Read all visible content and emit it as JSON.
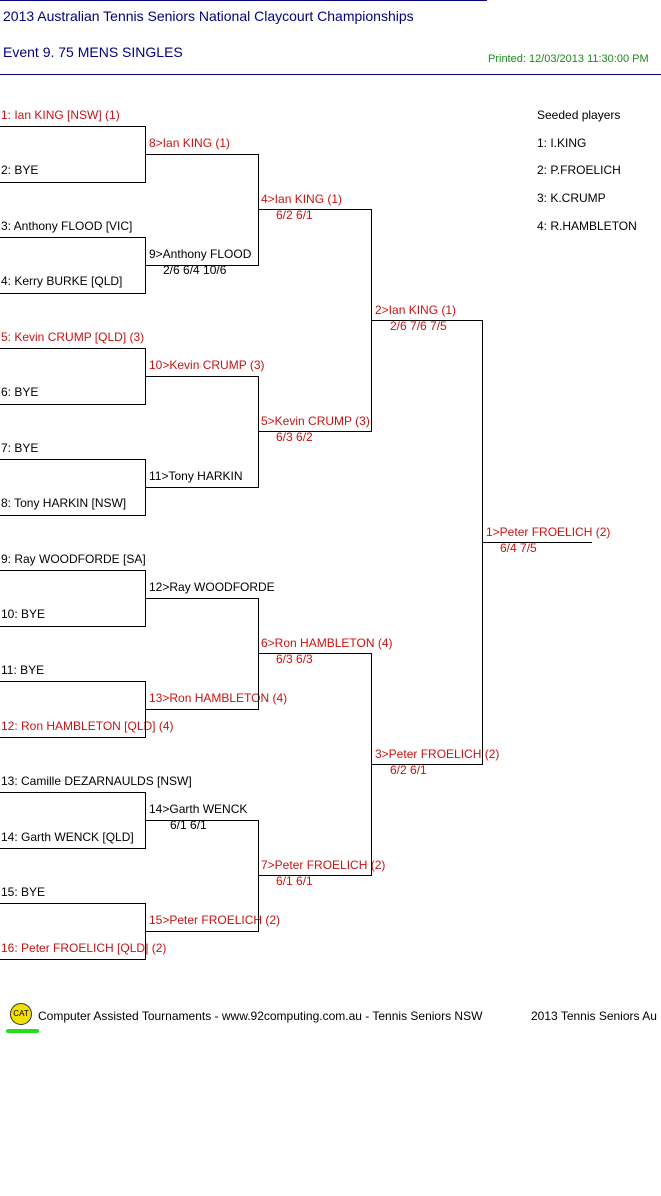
{
  "header": {
    "title": "2013 Australian Tennis Seniors National Claycourt Championships",
    "event": "Event 9. 75 MENS SINGLES",
    "printed": "Printed: 12/03/2013 11:30:00 PM"
  },
  "seeds": {
    "title": "Seeded players",
    "items": [
      "1: I.KING",
      "2: P.FROELICH",
      "3: K.CRUMP",
      "4: R.HAMBLETON"
    ]
  },
  "round1": [
    "1: Ian KING [NSW] (1)",
    "2: BYE",
    "3: Anthony FLOOD [VIC]",
    "4: Kerry BURKE [QLD]",
    "5: Kevin CRUMP [QLD] (3)",
    "6: BYE",
    "7: BYE",
    "8: Tony HARKIN [NSW]",
    "9: Ray WOODFORDE [SA]",
    "10: BYE",
    "11: BYE",
    "12: Ron HAMBLETON [QLD] (4)",
    "13: Camille DEZARNAULDS [NSW]",
    "14: Garth WENCK [QLD]",
    "15: BYE",
    "16: Peter FROELICH [QLD] (2)"
  ],
  "round2": [
    {
      "name": "8>Ian KING (1)",
      "score": ""
    },
    {
      "name": "9>Anthony FLOOD",
      "score": "2/6 6/4 10/6"
    },
    {
      "name": "10>Kevin CRUMP (3)",
      "score": ""
    },
    {
      "name": "11>Tony HARKIN",
      "score": ""
    },
    {
      "name": "12>Ray WOODFORDE",
      "score": ""
    },
    {
      "name": "13>Ron HAMBLETON (4)",
      "score": ""
    },
    {
      "name": "14>Garth WENCK",
      "score": "6/1 6/1"
    },
    {
      "name": "15>Peter FROELICH (2)",
      "score": ""
    }
  ],
  "round3": [
    {
      "name": "4>Ian KING (1)",
      "score": "6/2 6/1"
    },
    {
      "name": "5>Kevin CRUMP (3)",
      "score": "6/3 6/2"
    },
    {
      "name": "6>Ron HAMBLETON (4)",
      "score": "6/3 6/3"
    },
    {
      "name": "7>Peter FROELICH (2)",
      "score": "6/1 6/1"
    }
  ],
  "round4": [
    {
      "name": "2>Ian KING (1)",
      "score": "2/6 7/6 7/5"
    },
    {
      "name": "3>Peter FROELICH (2)",
      "score": "6/2 6/1"
    }
  ],
  "final": {
    "name": "1>Peter FROELICH (2)",
    "score": "6/4 7/5"
  },
  "footer": {
    "logo": "CAT",
    "credit": "Computer Assisted Tournaments - www.92computing.com.au -  Tennis Seniors NSW",
    "right": "2013 Tennis Seniors Au"
  },
  "colors": {
    "red": "#cc1111",
    "navy": "#000080",
    "green": "#1a8a1a"
  }
}
